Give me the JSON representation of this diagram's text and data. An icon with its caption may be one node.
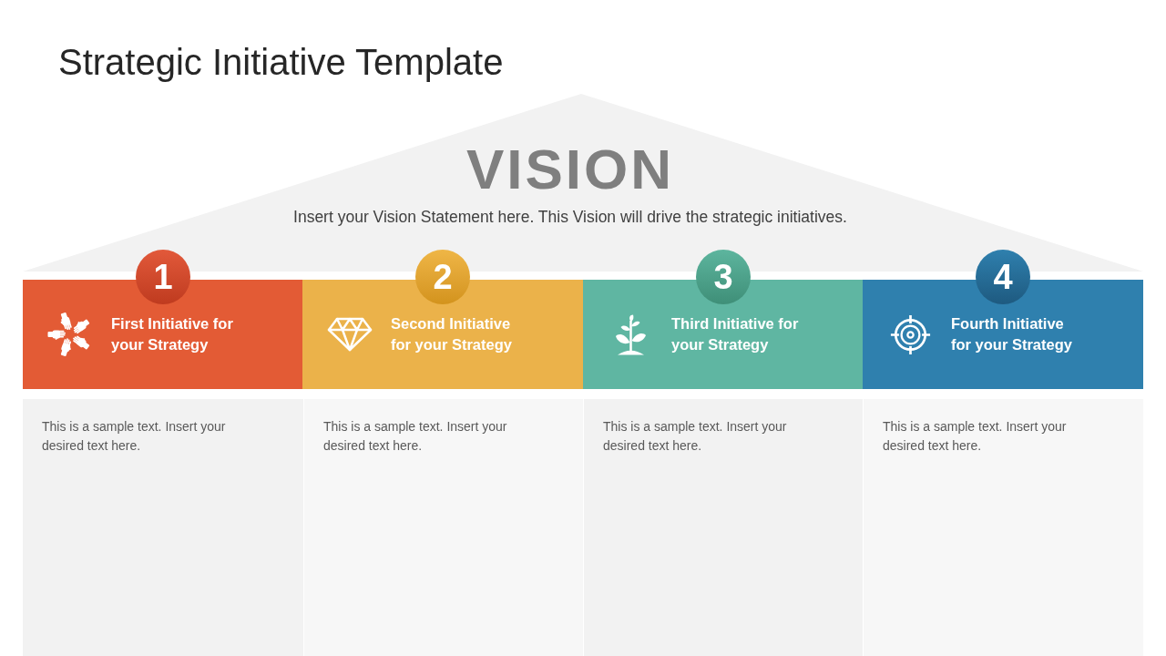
{
  "diagram": {
    "title": "Strategic Initiative Template",
    "nodes": [
      {
        "text": [
          "VISION",
          "Insert your Vision Statement here. This Vision will drive the strategic initiatives."
        ]
      },
      {
        "text": [
          "1"
        ]
      },
      {
        "text": [
          "2"
        ]
      },
      {
        "text": [
          "3"
        ]
      },
      {
        "text": [
          "4"
        ]
      },
      {
        "text": [
          "First Initiative for your Strategy"
        ]
      },
      {
        "text": [
          "Second Initiative for your Strategy"
        ]
      },
      {
        "text": [
          "Third Initiative for your Strategy"
        ]
      },
      {
        "text": [
          "Fourth Initiative for your Strategy"
        ]
      },
      {
        "text": [
          "This is a sample text. Insert your desired text here."
        ]
      },
      {
        "text": [
          "This is a sample text. Insert your desired text here."
        ]
      },
      {
        "text": [
          "This is a sample text. Insert your desired text here."
        ]
      },
      {
        "text": [
          "This is a sample text. Insert your desired text here."
        ]
      }
    ]
  }
}
